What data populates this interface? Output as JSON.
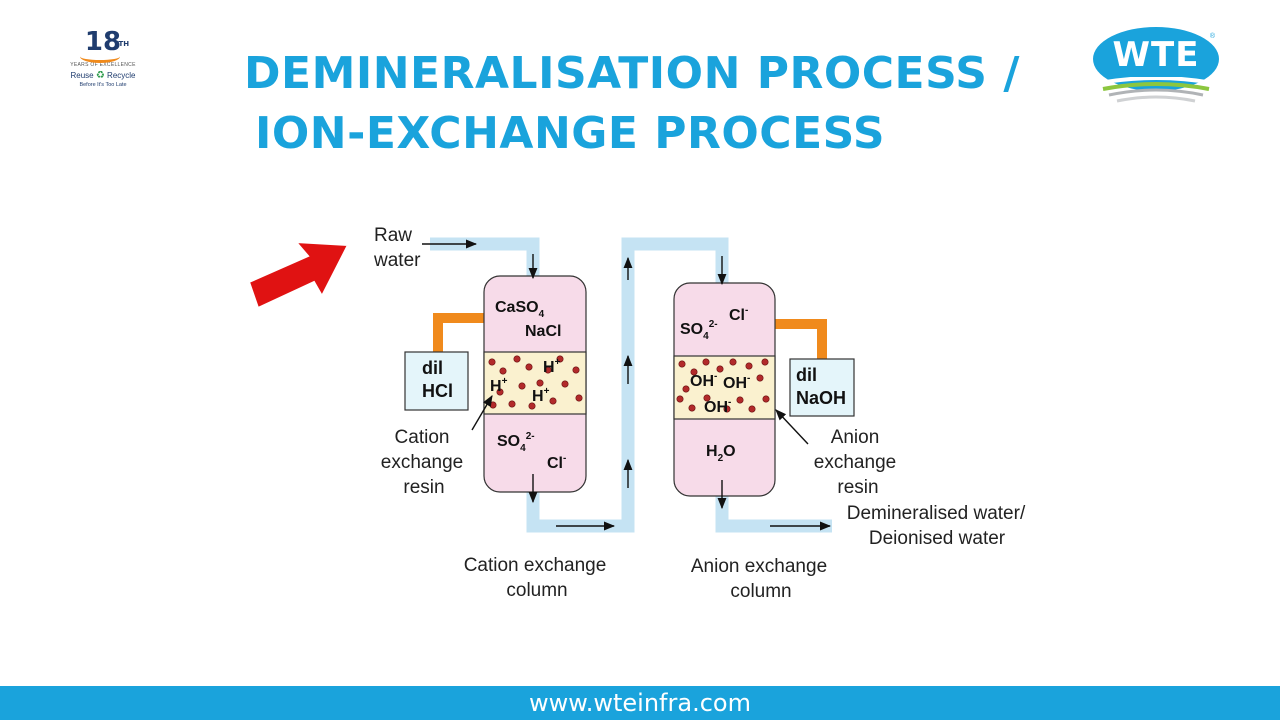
{
  "header": {
    "title_line_1": "DEMINERALISATION PROCESS /",
    "title_line_2": "ION-EXCHANGE PROCESS"
  },
  "badge": {
    "number": "18",
    "superscript": "TH",
    "years_text": "YEARS OF EXCELLENCE",
    "reuse": "Reuse",
    "recycle": "Recycle",
    "tagline": "Before It's Too Late"
  },
  "logo": {
    "text": "WTE",
    "registered": "®"
  },
  "diagram": {
    "raw_water": [
      "Raw",
      "water"
    ],
    "cation_column": {
      "top_ions": {
        "caso": "CaSO",
        "caso_sub": "4",
        "nacl": "NaCl"
      },
      "resin_ions": [
        "H",
        "H",
        "H"
      ],
      "bottom_ions": {
        "so": "SO",
        "so_sub": "4",
        "so_sup": "2-",
        "cl": "Cl",
        "cl_sup": "-"
      },
      "acid_tank": [
        "dil",
        "HCl"
      ],
      "resin_label": [
        "Cation",
        "exchange",
        "resin"
      ],
      "column_label": [
        "Cation exchange",
        "column"
      ]
    },
    "anion_column": {
      "top_ions": {
        "so": "SO",
        "so_sub": "4",
        "so_sup": "2-",
        "cl": "Cl",
        "cl_sup": "-"
      },
      "resin_ions": [
        "OH",
        "OH",
        "OH"
      ],
      "bottom": {
        "h": "H",
        "h_sub": "2",
        "o": "O"
      },
      "base_tank": [
        "dil",
        "NaOH"
      ],
      "resin_label": [
        "Anion",
        "exchange",
        "resin"
      ],
      "column_label": [
        "Anion exchange",
        "column"
      ]
    },
    "output_label": [
      "Demineralised water/",
      "Deionised water"
    ],
    "colors": {
      "pipe": "#c5e3f3",
      "column": "#f7dbe9",
      "resin": "#faf1cf",
      "bead": "#b22a2a",
      "acid_pipe": "#f08a1c",
      "tank": "#e4f5fa",
      "pointer_arrow": "#e01212"
    }
  },
  "footer": {
    "url": "www.wteinfra.com"
  }
}
